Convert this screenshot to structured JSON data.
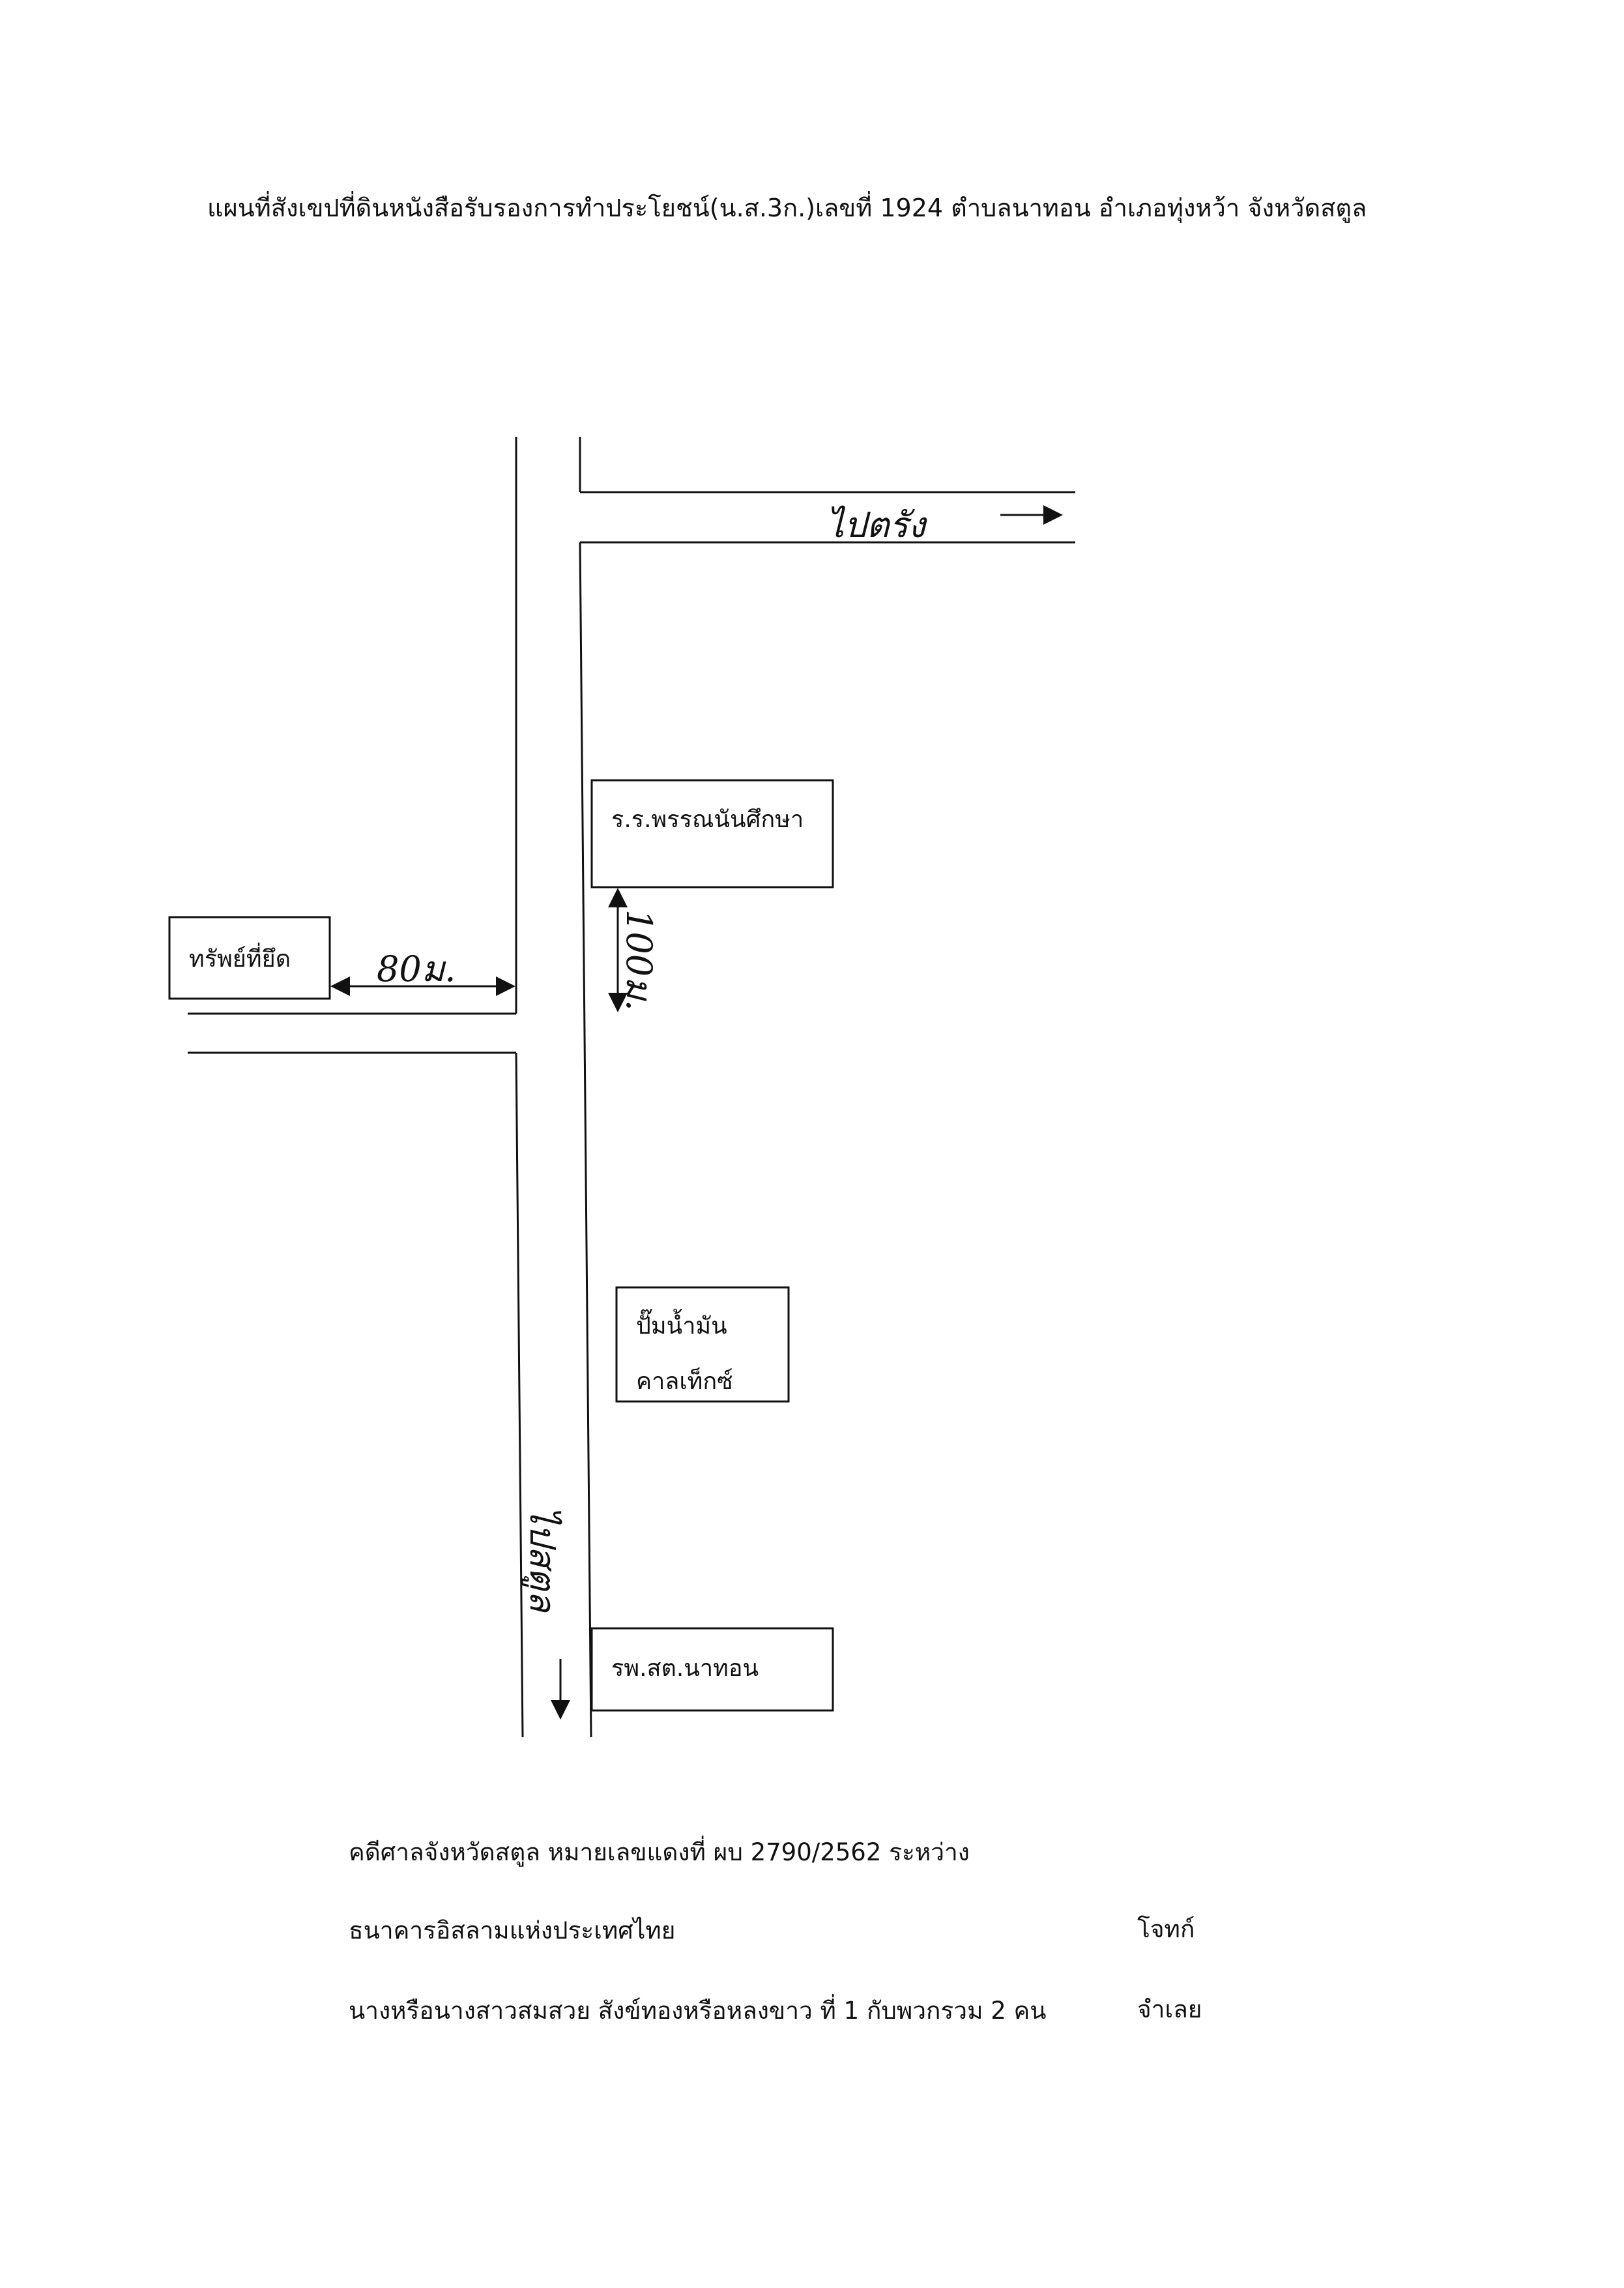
{
  "title": "แผนที่สังเขปที่ดินหนังสือรับรองการทำประโยชน์(น.ส.3ก.)เลขที่ 1924  ตำบลนาทอน  อำเภอทุ่งหว้า  จังหวัดสตูล",
  "map": {
    "labels": {
      "seized_property": "ทรัพย์ที่ยึด",
      "school": "ร.ร.พรรณนันศึกษา",
      "gas_station_line1": "ปั๊มน้ำมัน",
      "gas_station_line2": "คาลเท็กซ์",
      "health_center": "รพ.สต.นาทอน"
    },
    "handwritten": {
      "to_trang": "ไปตรัง",
      "to_satun": "ไปสตูล",
      "distance_left": "80ม.",
      "distance_school": "100ม."
    }
  },
  "case": {
    "line1": "คดีศาลจังหวัดสตูล หมายเลขแดงที่ ผบ 2790/2562  ระหว่าง",
    "plaintiff": "ธนาคารอิสลามแห่งประเทศไทย",
    "plaintiff_role": "โจทก์",
    "defendant": "นางหรือนางสาวสมสวย  สังข์ทองหรือหลงขาว ที่ 1 กับพวกรวม 2 คน",
    "defendant_role": "จำเลย"
  }
}
